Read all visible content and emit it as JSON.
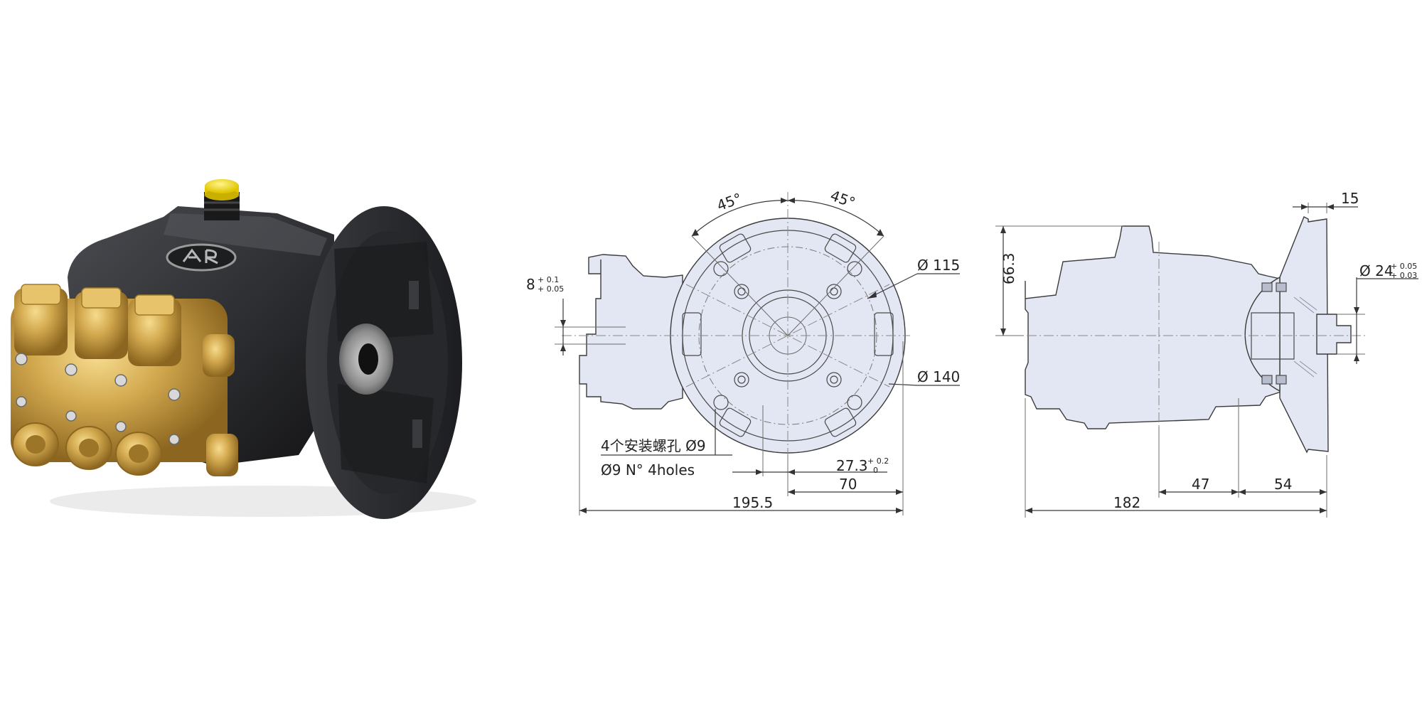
{
  "front_view": {
    "angle_left": "45°",
    "angle_right": "45°",
    "dia_115": "Ø 115",
    "dia_140": "Ø 140",
    "tol_8_main": "8",
    "tol_8_upper": "+ 0.1",
    "tol_8_lower": "+ 0.05",
    "holes_cn": "4个安装螺孔 Ø9",
    "holes_en": "Ø9 N° 4holes",
    "dim_273_main": "27.3",
    "dim_273_upper": "+ 0.2",
    "dim_273_lower": "0",
    "dim_70": "70",
    "dim_1955": "195.5"
  },
  "side_view": {
    "dim_15": "15",
    "dim_663": "66.3",
    "dia_24_main": "Ø 24",
    "dia_24_upper": "+ 0.05",
    "dia_24_lower": "+ 0.03",
    "dim_47": "47",
    "dim_54": "54",
    "dim_182": "182"
  },
  "colors": {
    "body_fill": "#e3e6f3",
    "pump_black": "#2b2c2f",
    "brass": "#c9a04a"
  }
}
